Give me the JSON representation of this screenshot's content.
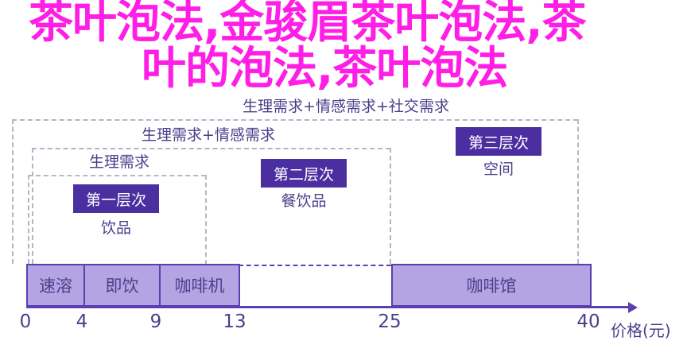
{
  "levels": {
    "l3_label": "生理需求+情感需求+社交需求",
    "l2_label": "生理需求+情感需求",
    "l1_label": "生理需求",
    "box1": "第一层次",
    "box1_sub": "饮品",
    "box2": "第二层次",
    "box2_sub": "餐饮品",
    "box3": "第三层次",
    "box3_sub": "空间"
  },
  "segments": [
    "速溶",
    "即饮",
    "咖啡机",
    "咖啡馆"
  ],
  "ticks": [
    "0",
    "4",
    "9",
    "13",
    "25",
    "40"
  ],
  "axis_label": "价格(元)",
  "overlay_title": {
    "line1": "茶叶泡法,金骏眉茶叶泡法,茶",
    "line2": "叶的泡法,茶叶泡法"
  }
}
